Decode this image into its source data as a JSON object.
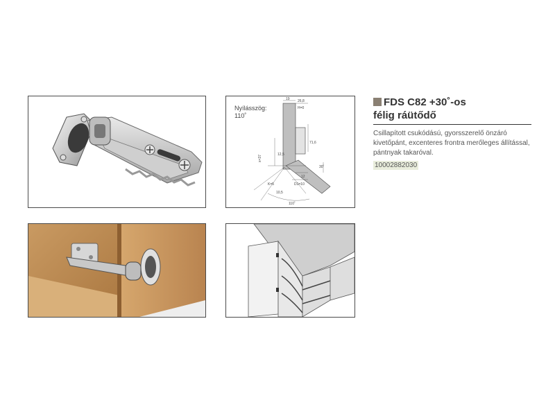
{
  "product": {
    "title_line1": "FDS C82 +30˚-os",
    "title_line2": "félig ráütődő",
    "description": "Csillapított csukódású, gyorsszerelő önzáró kivetőpánt, excenteres frontra merőleges állítással, pántnyak takaróval.",
    "code": "10002882030",
    "accent_color": "#8a8073"
  },
  "diagram": {
    "opening_label": "Nyílásszög:",
    "opening_value": "110˚",
    "dims": [
      "19",
      "26,8",
      "H=0",
      "71,6",
      "x=37",
      "12,5",
      "30˚",
      "K=5",
      "12",
      "D1=10",
      "10,5",
      "110˚"
    ]
  }
}
